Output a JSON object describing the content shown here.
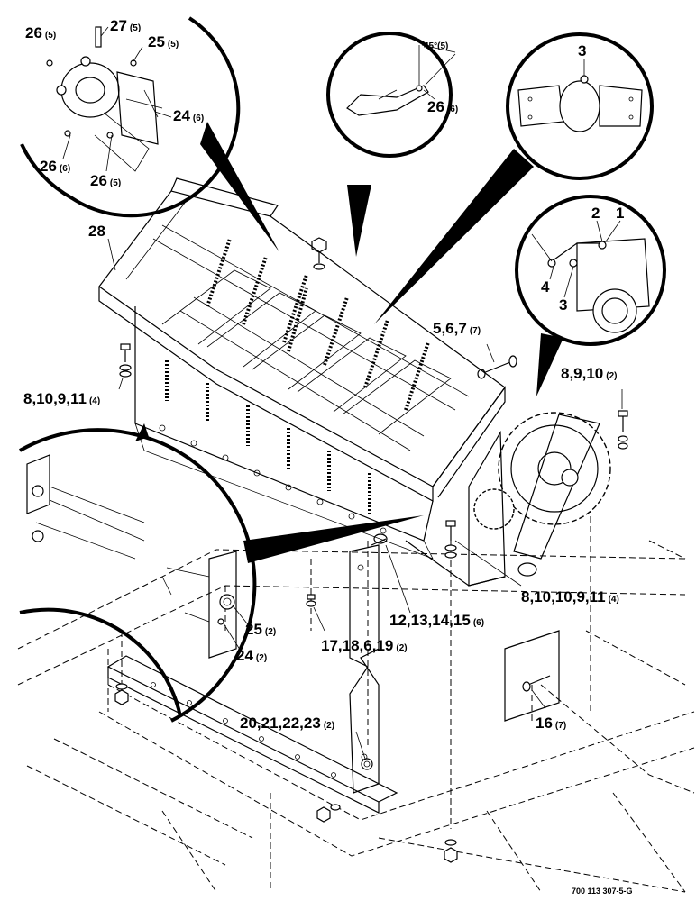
{
  "callouts": [
    {
      "id": "c-26a",
      "num": "26",
      "qty": "(5)"
    },
    {
      "id": "c-27",
      "num": "27",
      "qty": "(5)"
    },
    {
      "id": "c-25a",
      "num": "25",
      "qty": "(5)"
    },
    {
      "id": "c-24a",
      "num": "24",
      "qty": "(6)"
    },
    {
      "id": "c-26b",
      "num": "26",
      "qty": "(6)"
    },
    {
      "id": "c-26c",
      "num": "26",
      "qty": "(5)"
    },
    {
      "id": "c-45",
      "num": "45°",
      "qty": "(5)"
    },
    {
      "id": "c-26d",
      "num": "26",
      "qty": "(6)"
    },
    {
      "id": "c-3a",
      "num": "3",
      "qty": ""
    },
    {
      "id": "c-28",
      "num": "28",
      "qty": ""
    },
    {
      "id": "c-2",
      "num": "2",
      "qty": ""
    },
    {
      "id": "c-1",
      "num": "1",
      "qty": ""
    },
    {
      "id": "c-4",
      "num": "4",
      "qty": ""
    },
    {
      "id": "c-3b",
      "num": "3",
      "qty": ""
    },
    {
      "id": "c-5",
      "num": "5,6,7",
      "qty": "(7)"
    },
    {
      "id": "c-8a",
      "num": "8,9,10",
      "qty": "(2)"
    },
    {
      "id": "c-8b",
      "num": "8,10,9,11",
      "qty": "(4)"
    },
    {
      "id": "c-8c",
      "num": "8,10,10,9,11",
      "qty": "(4)"
    },
    {
      "id": "c-12",
      "num": "12,13,14,15",
      "qty": "(6)"
    },
    {
      "id": "c-25b",
      "num": "25",
      "qty": "(2)"
    },
    {
      "id": "c-24b",
      "num": "24",
      "qty": "(2)"
    },
    {
      "id": "c-17",
      "num": "17,18,6,19",
      "qty": "(2)"
    },
    {
      "id": "c-16",
      "num": "16",
      "qty": "(7)"
    },
    {
      "id": "c-20",
      "num": "20,21,22,23",
      "qty": "(2)"
    }
  ],
  "drawing_ref": "700 113 307-5-G"
}
